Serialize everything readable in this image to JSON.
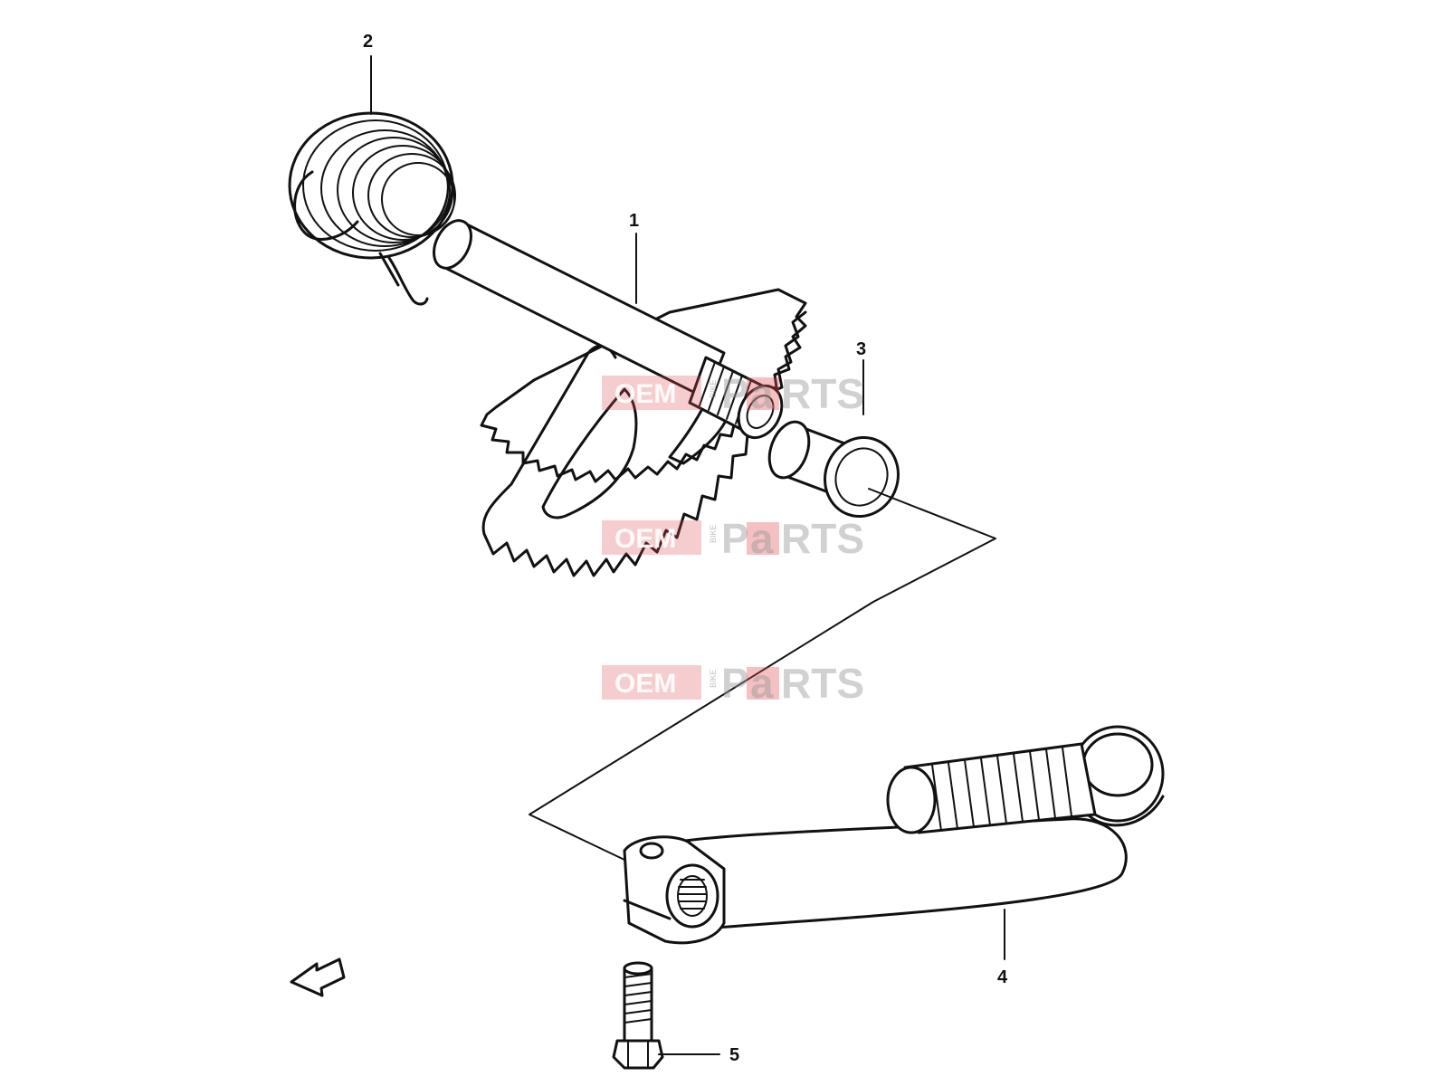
{
  "callouts": [
    {
      "label": "1"
    },
    {
      "label": "2"
    },
    {
      "label": "3"
    },
    {
      "label": "4"
    },
    {
      "label": "5"
    }
  ],
  "watermark": {
    "oem": "OEM",
    "bike": "BIKE",
    "parts_p": "P",
    "parts_a": "a",
    "parts_rts": "RTS",
    "accent_color": "#e04a4f"
  },
  "icons": {
    "direction_arrow": "front-arrow-icon"
  }
}
